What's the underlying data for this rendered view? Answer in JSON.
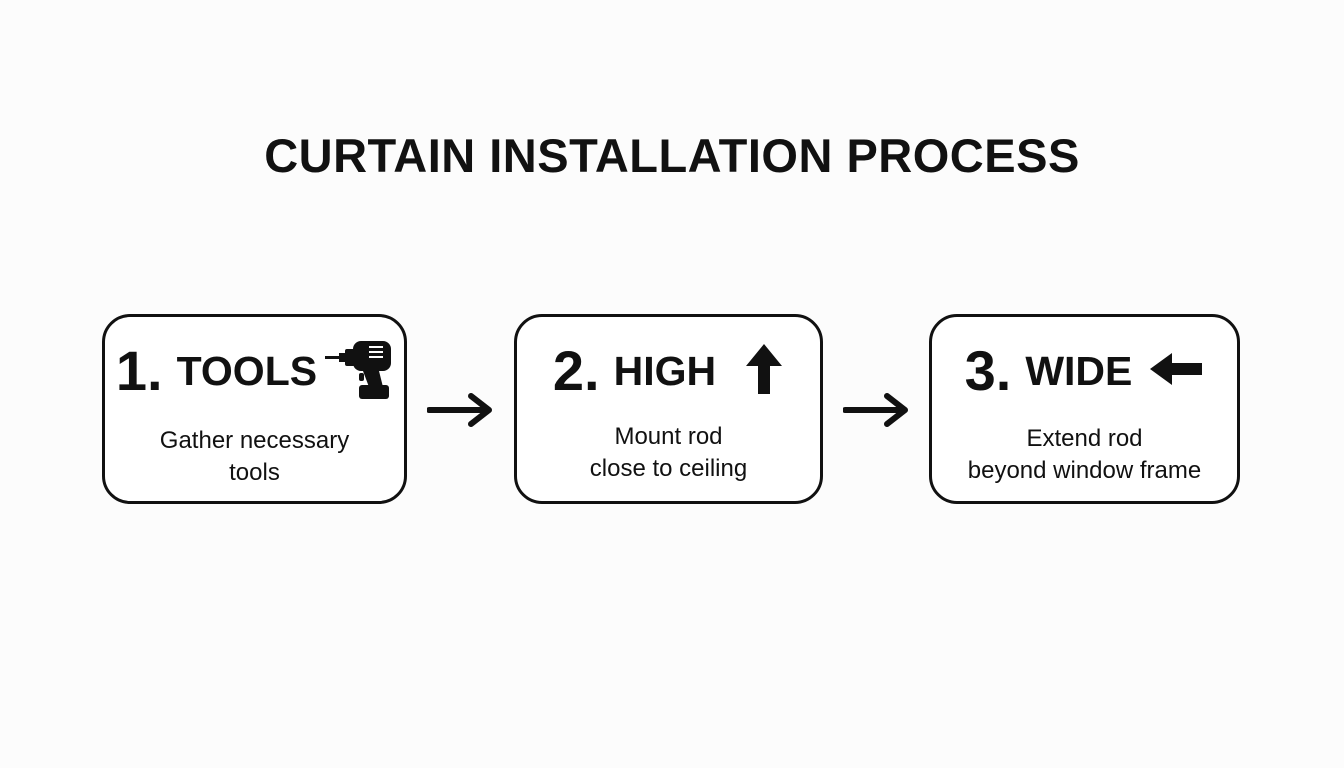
{
  "title": "CURTAIN INSTALLATION PROCESS",
  "steps": [
    {
      "number": "1.",
      "title": "TOOLS",
      "icon": "drill-icon",
      "desc_line1": "Gather necessary",
      "desc_line2": "tools"
    },
    {
      "number": "2.",
      "title": "HIGH",
      "icon": "arrow-up-icon",
      "desc_line1": "Mount rod",
      "desc_line2": "close to ceiling"
    },
    {
      "number": "3.",
      "title": "WIDE",
      "icon": "arrow-left-icon",
      "desc_line1": "Extend rod",
      "desc_line2": "beyond window frame"
    }
  ],
  "connectors": [
    {
      "icon": "arrow-right-icon"
    },
    {
      "icon": "arrow-right-icon"
    }
  ],
  "colors": {
    "background": "#fcfcfc",
    "ink": "#111111",
    "box_fill": "#ffffff"
  }
}
